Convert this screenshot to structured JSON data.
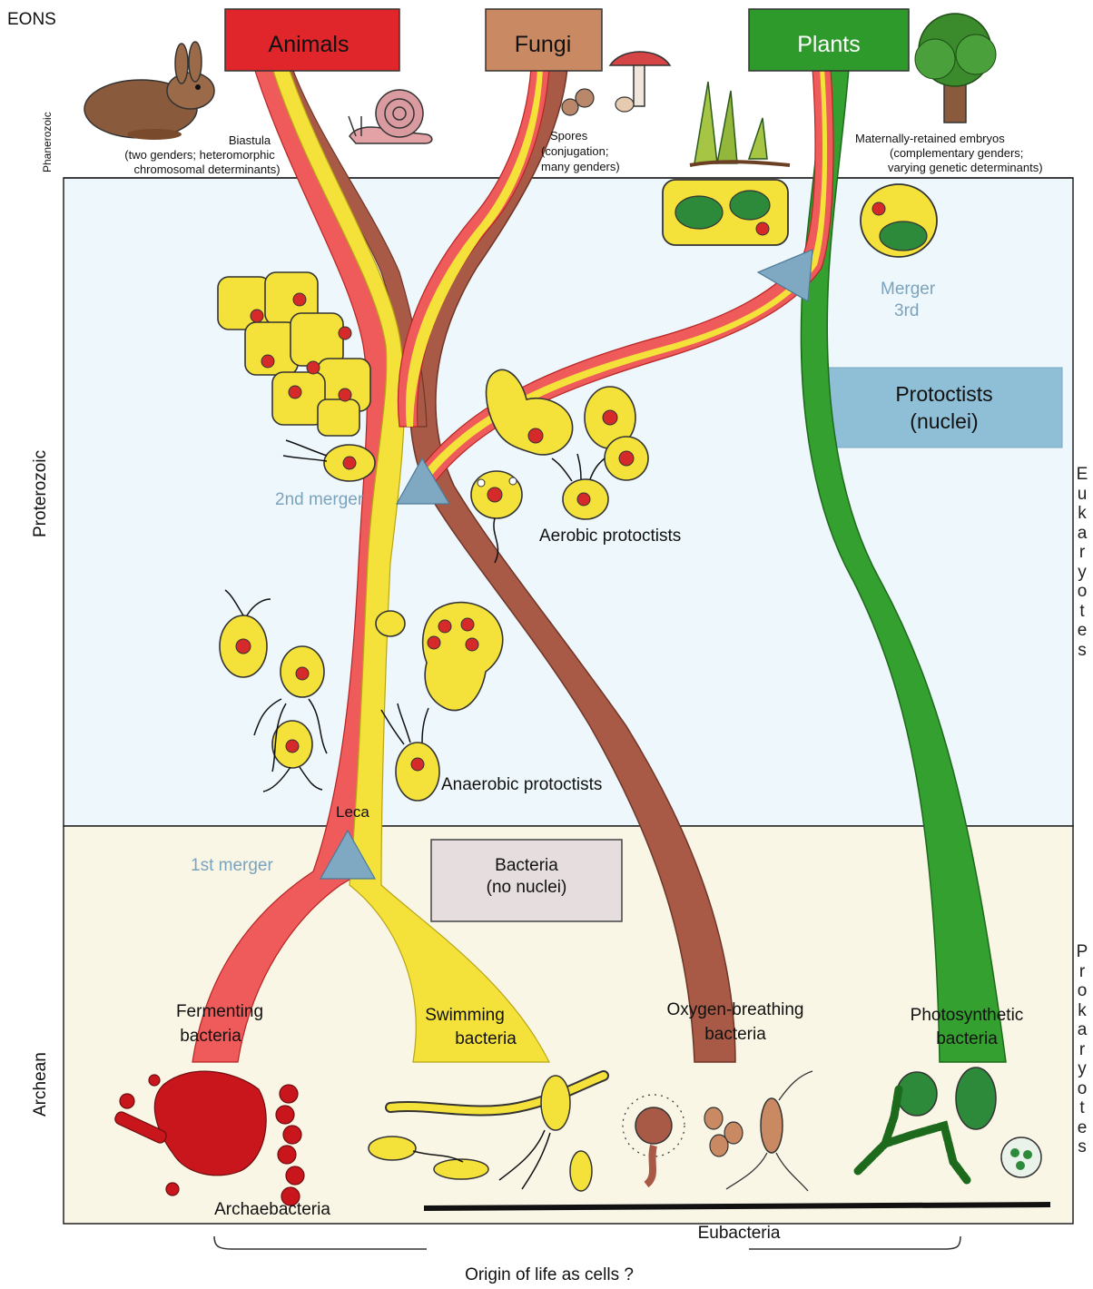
{
  "eons_label": "EONS",
  "eons": {
    "phanerozoic": "Phanerozoic",
    "proterozoic": "Proterozoic",
    "archean": "Archean"
  },
  "kingdoms": {
    "animals": "Animals",
    "fungi": "Fungi",
    "plants": "Plants"
  },
  "kingdom_colors": {
    "animals": "#e0262a",
    "fungi": "#c98a63",
    "plants": "#2f9a2c"
  },
  "notes": {
    "animals_line1": "Biastula",
    "animals_line2": "(two genders; heteromorphic",
    "animals_line3": "chromosomal determinants)",
    "fungi_line1": "Spores",
    "fungi_line2": "(conjugation;",
    "fungi_line3": "many genders)",
    "plants_line1": "Maternally-retained embryos",
    "plants_line2": "(complementary genders;",
    "plants_line3": "varying genetic determinants)"
  },
  "mergers": {
    "first": "1st merger",
    "second": "2nd merger",
    "third_line1": "Merger",
    "third_line2": "3rd"
  },
  "boxes": {
    "protoctists_line1": "Protoctists",
    "protoctists_line2": "(nuclei)",
    "bacteria_line1": "Bacteria",
    "bacteria_line2": "(no nuclei)"
  },
  "groups": {
    "aerobic": "Aerobic protoctists",
    "anaerobic": "Anaerobic protoctists",
    "leca": "Leca"
  },
  "bacteria": {
    "fermenting_line1": "Fermenting",
    "fermenting_line2": "bacteria",
    "swimming_line1": "Swimming",
    "swimming_line2": "bacteria",
    "oxygen_line1": "Oxygen-breathing",
    "oxygen_line2": "bacteria",
    "photosynthetic_line1": "Photosynthetic",
    "photosynthetic_line2": "bacteria"
  },
  "bottom": {
    "archaebacteria": "Archaebacteria",
    "eubacteria": "Eubacteria",
    "origin": "Origin of life as cells ?"
  },
  "side": {
    "eukaryotes": "Eukaryotes",
    "prokaryotes": "Prokaryotes"
  },
  "colors": {
    "proterozoic_bg": "#eef7fb",
    "archean_bg": "#faf6e6",
    "merger_triangle": "#7fa9c3",
    "merger_text": "#7aa3bd",
    "protoctists_box": "#8fbfd6",
    "bacteria_box": "#e6dede"
  }
}
